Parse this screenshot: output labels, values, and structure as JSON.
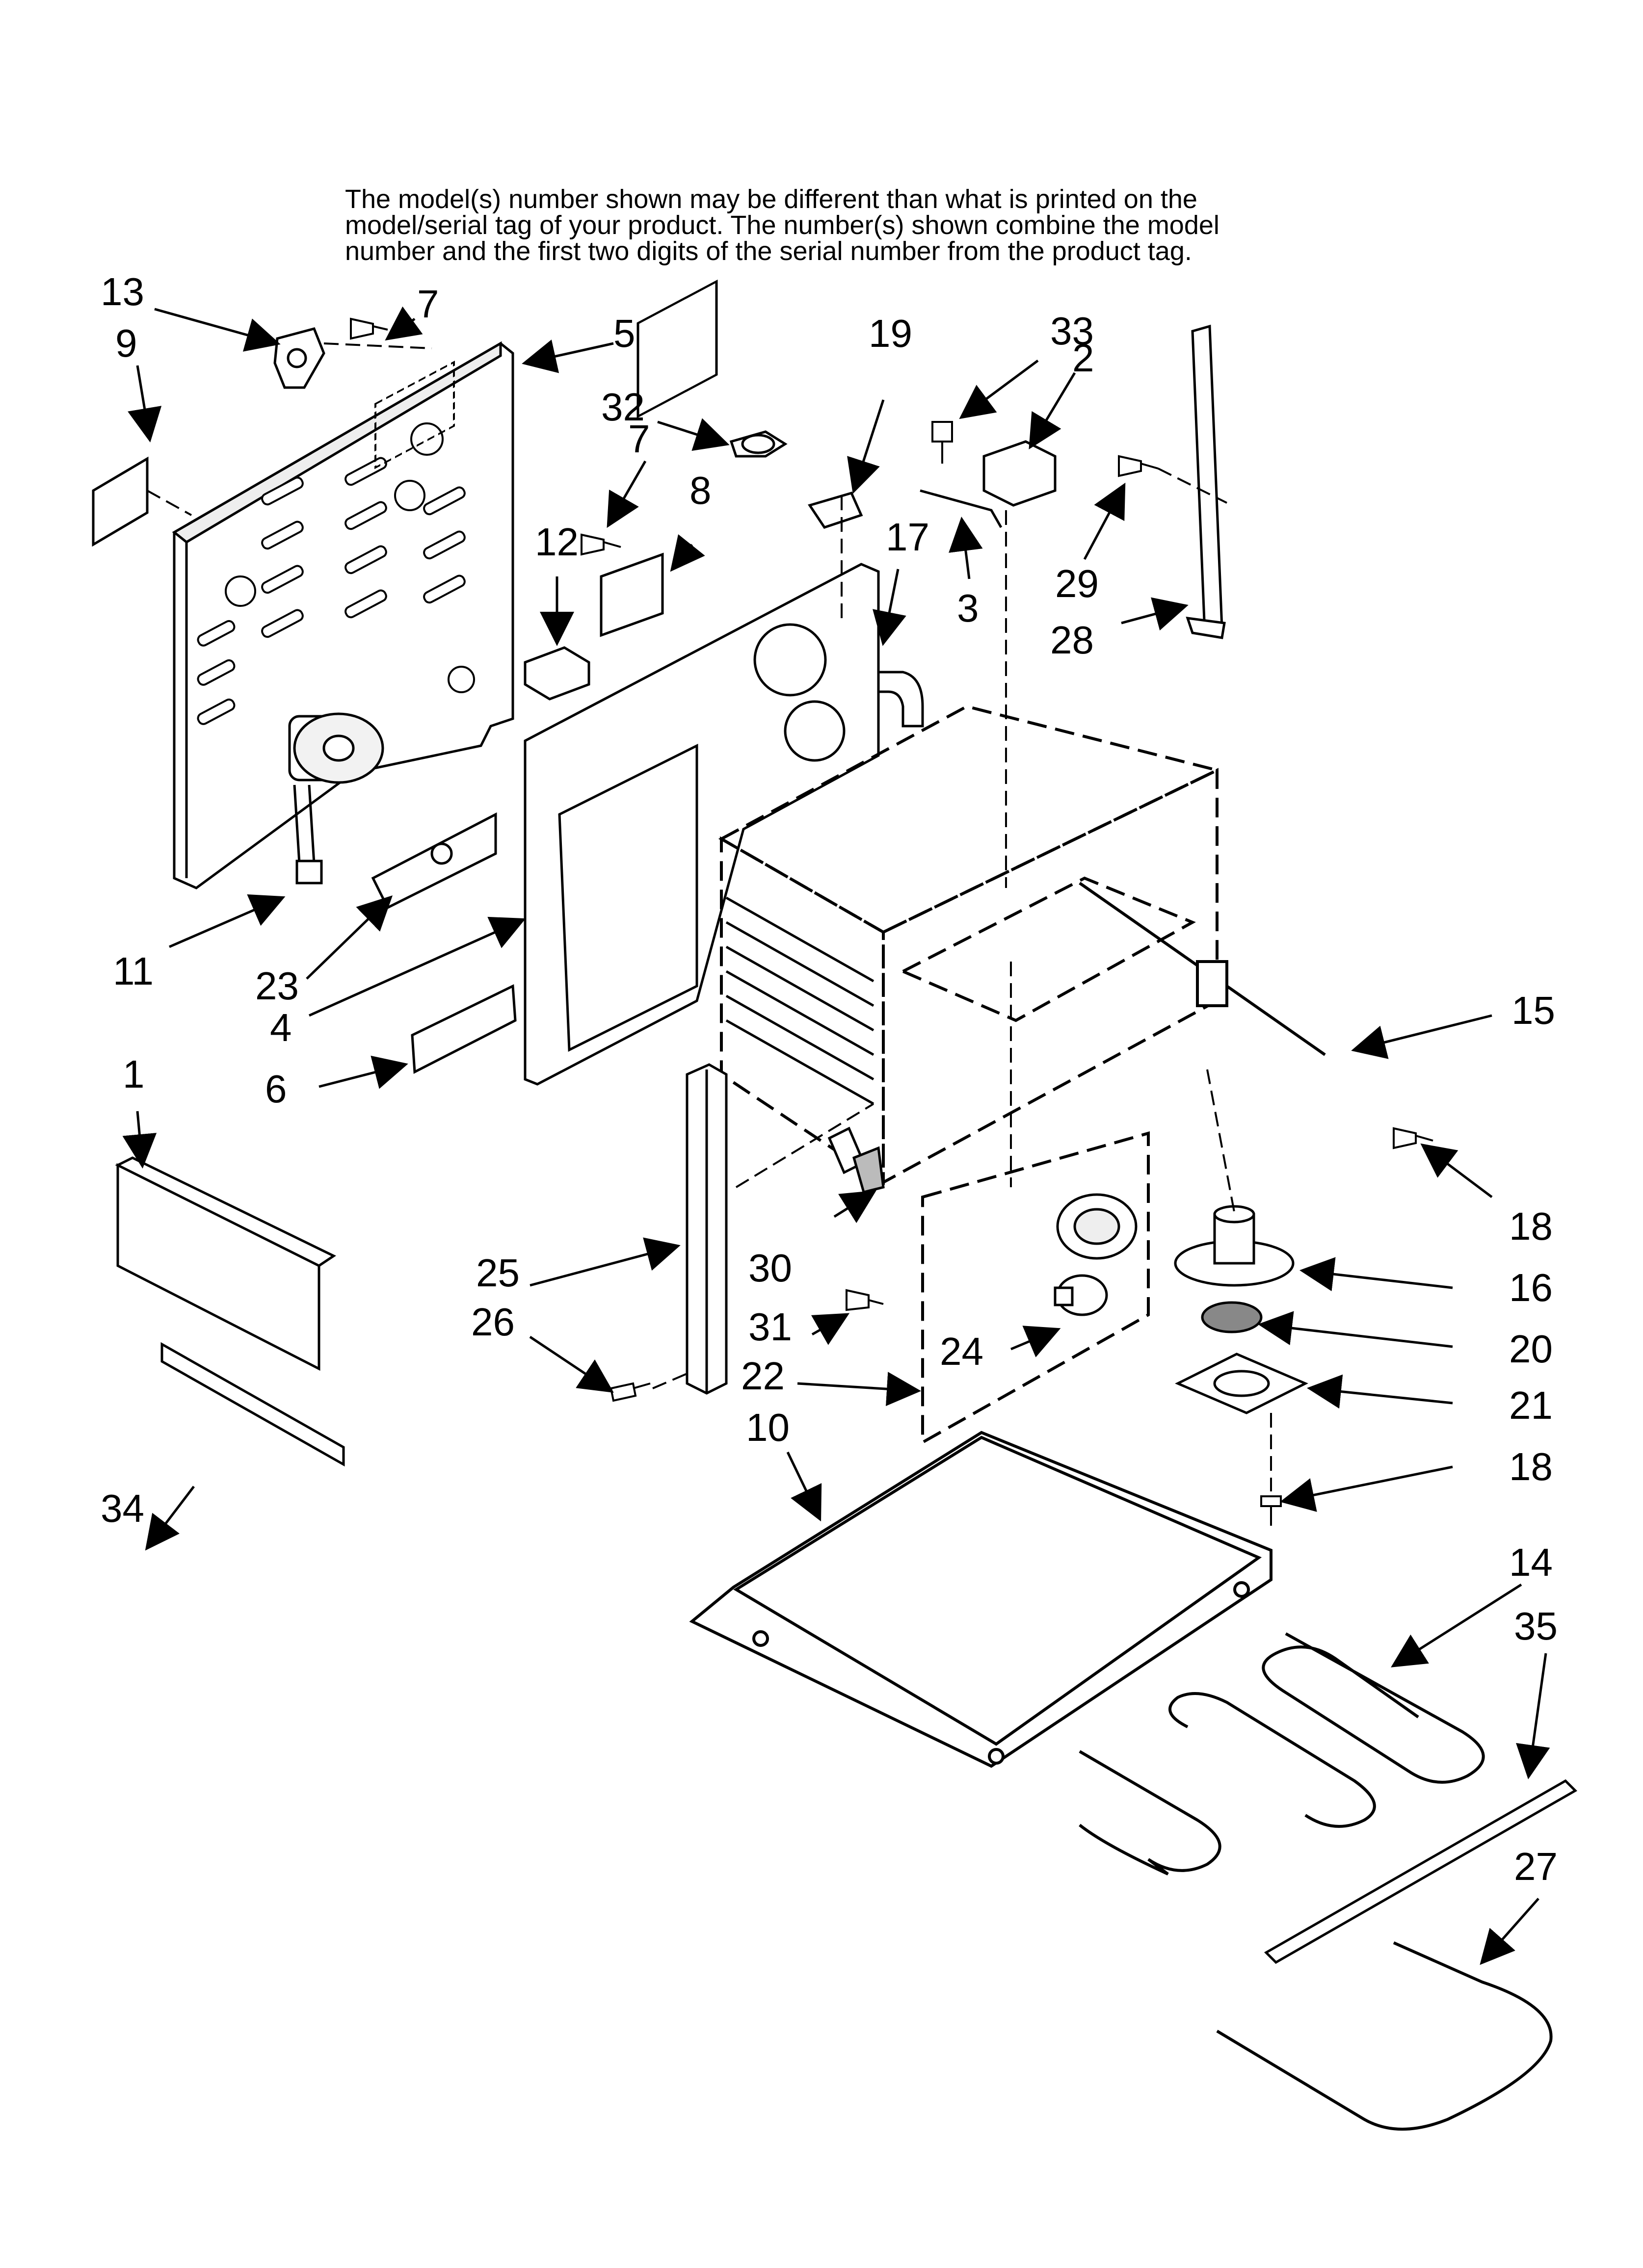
{
  "note": {
    "line1": "The model(s) number shown may be different than what is printed on the",
    "line2": "model/serial tag of your product. The number(s) shown combine the model",
    "line3": "number and the first two digits of the serial number from the product tag."
  },
  "callouts": {
    "c1": "1",
    "c2": "2",
    "c3": "3",
    "c4": "4",
    "c5": "5",
    "c6": "6",
    "c7a": "7",
    "c7b": "7",
    "c8": "8",
    "c9": "9",
    "c10": "10",
    "c11": "11",
    "c12": "12",
    "c13": "13",
    "c14": "14",
    "c15": "15",
    "c16": "16",
    "c17": "17",
    "c18a": "18",
    "c18b": "18",
    "c19": "19",
    "c20": "20",
    "c21": "21",
    "c22": "22",
    "c23": "23",
    "c24": "24",
    "c25": "25",
    "c26": "26",
    "c27": "27",
    "c28": "28",
    "c29": "29",
    "c30": "30",
    "c31": "31",
    "c32": "32",
    "c33": "33",
    "c34": "34",
    "c35": "35"
  },
  "colors": {
    "ink": "#000000",
    "paper": "#ffffff",
    "shade": "#d9d9d9"
  }
}
